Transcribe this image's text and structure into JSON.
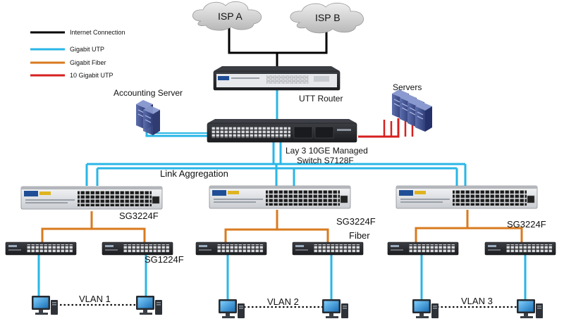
{
  "legend": [
    {
      "label": "Internet Connection",
      "color": "#000000"
    },
    {
      "label": "Gigabit UTP",
      "color": "#29b6e6"
    },
    {
      "label": "Gigabit Fiber",
      "color": "#d97a1e"
    },
    {
      "label": "10 Gigabit UTP",
      "color": "#d62020"
    }
  ],
  "clouds": {
    "isp_a": "ISP A",
    "isp_b": "ISP B"
  },
  "labels": {
    "router": "UTT Router",
    "accounting_server": "Accounting Server",
    "servers": "Servers",
    "core_line1": "Lay 3 10GE Managed",
    "core_line2": "Switch S7128F",
    "link_aggregation": "Link Aggregation",
    "agg_left": "SG3224F",
    "agg_mid": "SG3224F",
    "agg_right": "SG3224F",
    "fiber": "Fiber",
    "access_left": "SG1224F"
  },
  "vlans": [
    "VLAN 1",
    "VLAN 2",
    "VLAN 3"
  ],
  "colors": {
    "internet": "#000000",
    "gigabit_utp": "#29b6e6",
    "gigabit_fiber": "#d97a1e",
    "ten_gigabit": "#d62020",
    "device_dark": "#2b2d31",
    "device_light": "#dfe2e6"
  },
  "icons": [
    "cloud-icon",
    "router-icon",
    "core-switch-icon",
    "aggregation-switch-icon",
    "access-switch-icon",
    "server-icon",
    "pc-icon"
  ]
}
